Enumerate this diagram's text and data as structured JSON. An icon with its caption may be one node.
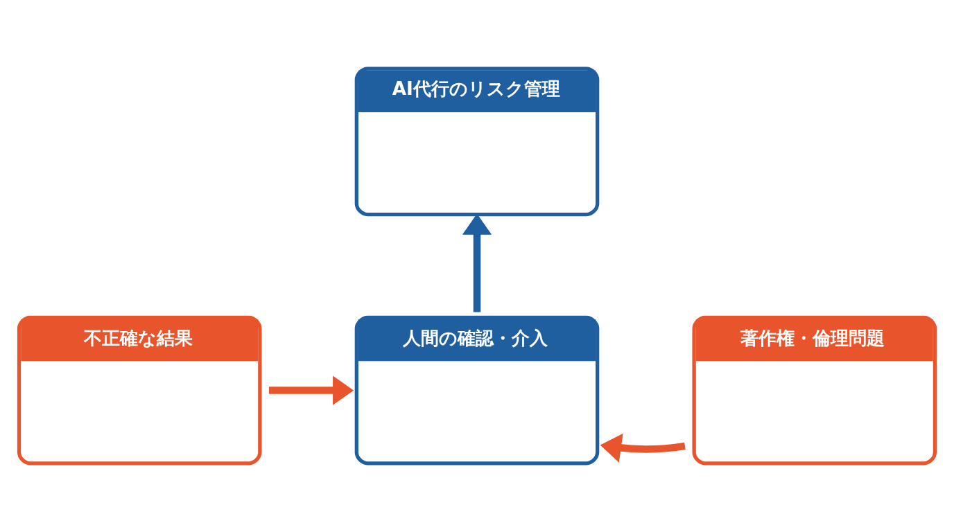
{
  "diagram": {
    "nodes": [
      {
        "text": [
          "AI代行のリスク管理"
        ]
      },
      {
        "text": [
          "不正確な結果"
        ]
      },
      {
        "text": [
          "人間の確認・介入"
        ]
      },
      {
        "text": [
          "著作権・倫理問題"
        ]
      }
    ],
    "edges": [
      {
        "from": 1,
        "to": 2,
        "arrow": "to"
      },
      {
        "from": 3,
        "to": 2,
        "arrow": "to"
      },
      {
        "from": 2,
        "to": 0,
        "arrow": "to",
        "color": "#1f5fa0"
      }
    ]
  }
}
